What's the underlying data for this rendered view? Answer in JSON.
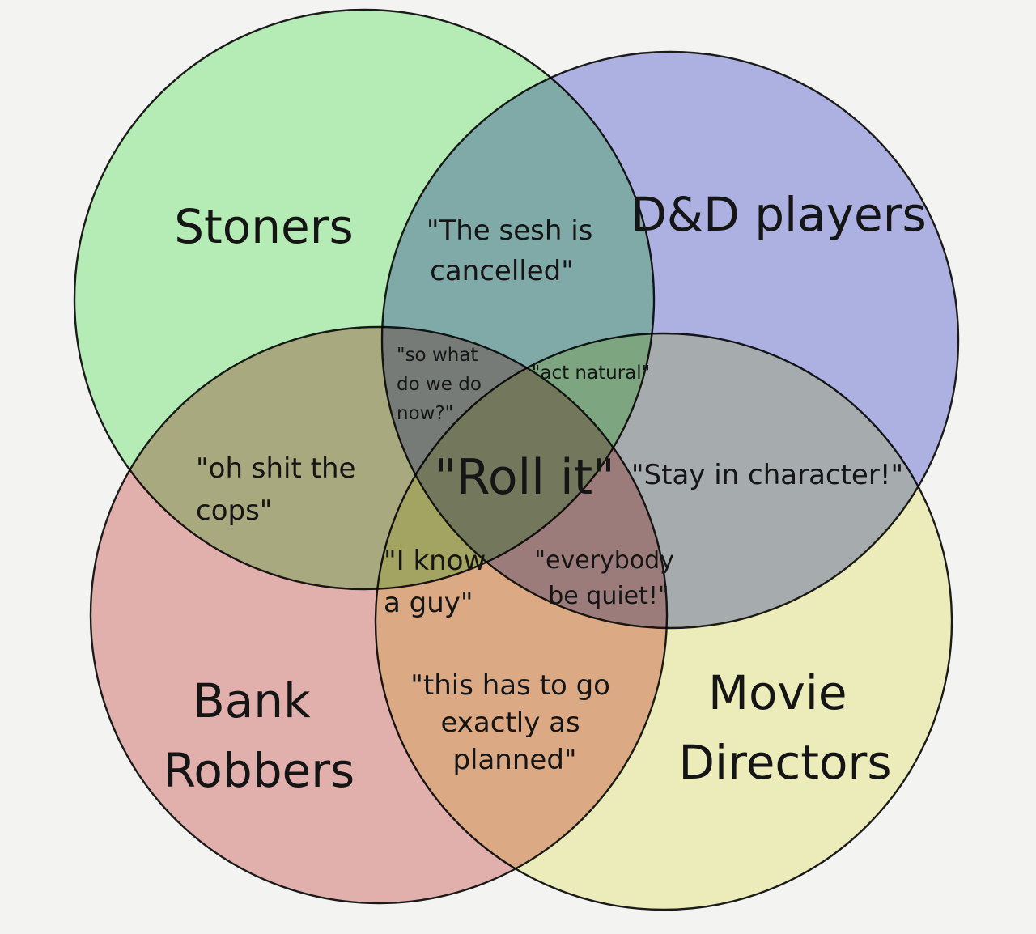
{
  "sets": {
    "stoners": {
      "label": "Stoners",
      "color": "#8ff08f"
    },
    "dnd": {
      "label": "D&D players",
      "color": "#8086e0"
    },
    "robbers": {
      "label": "Bank Robbers",
      "color": "#e2847f"
    },
    "directors": {
      "label": "Movie Directors",
      "color": "#f2f29a"
    }
  },
  "labels": {
    "stoners": [
      "Stoners"
    ],
    "dnd": [
      "D&D players"
    ],
    "robbers": [
      "Bank",
      "Robbers"
    ],
    "directors": [
      "Movie",
      "Directors"
    ],
    "stoners_dnd": [
      "\"The sesh is",
      "cancelled\""
    ],
    "stoners_robbers": [
      "\"oh shit the",
      "cops\""
    ],
    "dnd_directors": [
      "\"Stay in character!\""
    ],
    "robbers_directors": [
      "\"this has to go",
      "exactly as",
      "planned\""
    ],
    "stoners_dnd_robbers": [
      "\"so what",
      "do we do",
      "now?\""
    ],
    "stoners_dnd_directors": [
      "\"act natural\""
    ],
    "stoners_robbers_directors": [
      "\"I know",
      "a guy\""
    ],
    "dnd_robbers_directors": [
      "\"everybody",
      "be quiet!\""
    ],
    "all": [
      "\"Roll it\""
    ]
  }
}
